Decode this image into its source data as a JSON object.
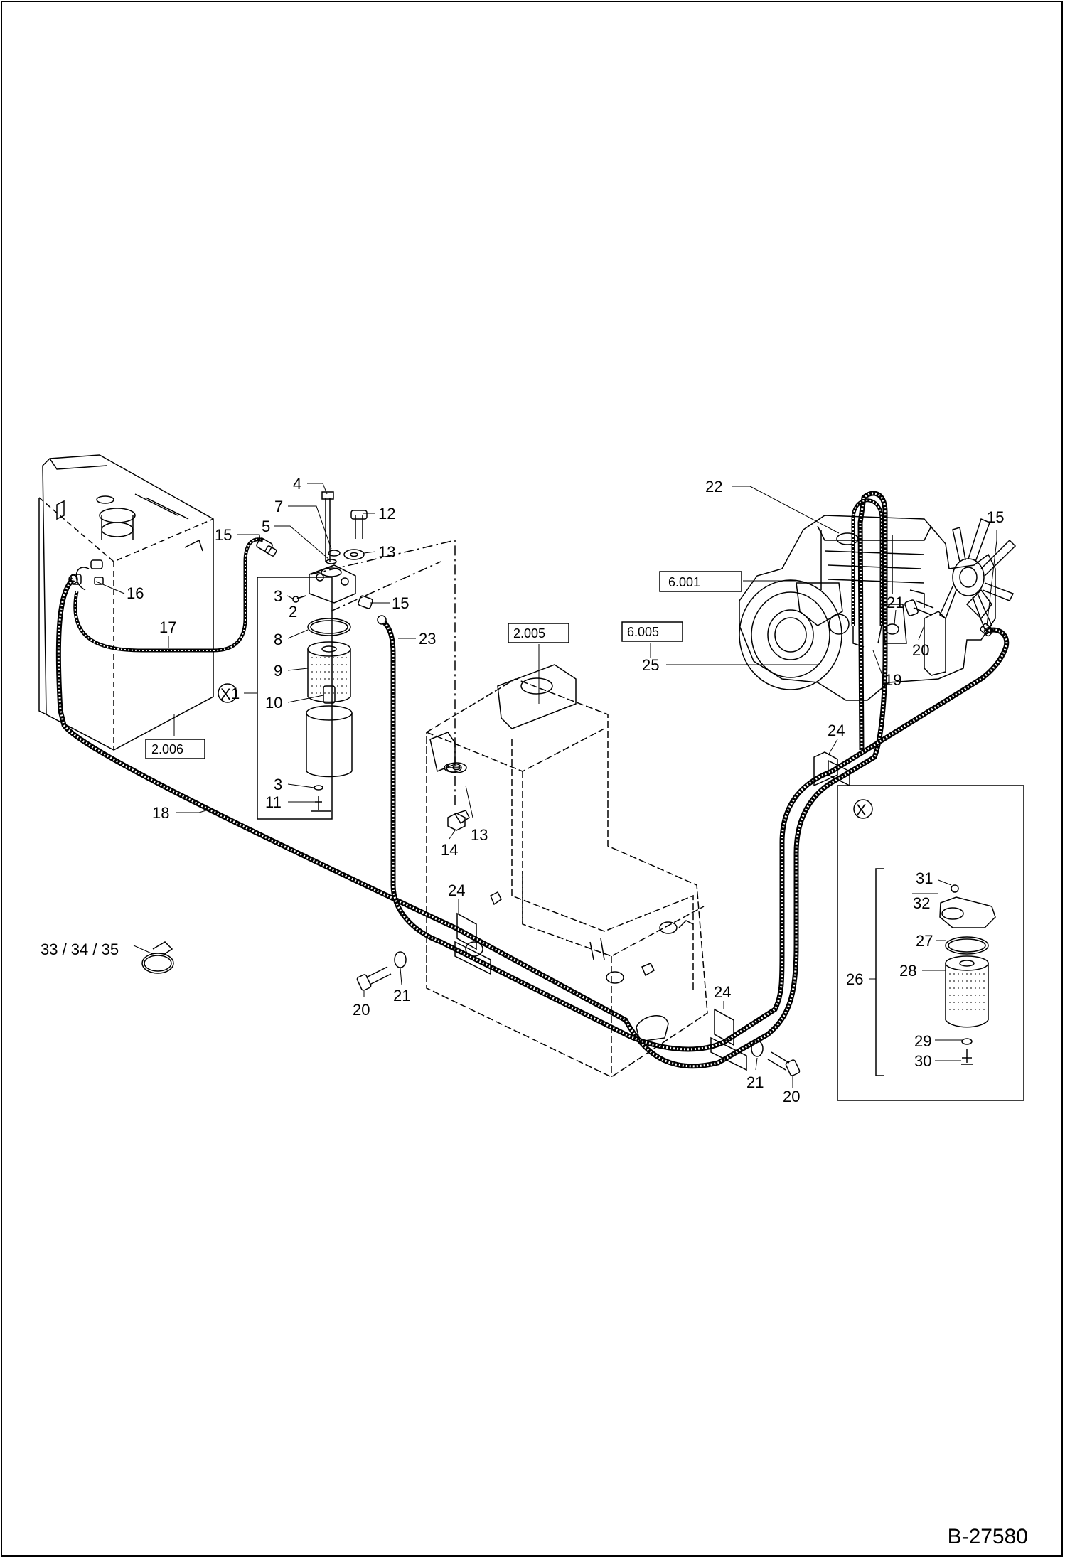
{
  "document_id": "B-27580",
  "detail_marker": "X",
  "references": [
    {
      "id": "ref-2006",
      "text": "2.006"
    },
    {
      "id": "ref-2005",
      "text": "2.005"
    },
    {
      "id": "ref-6001",
      "text": "6.001"
    },
    {
      "id": "ref-6005",
      "text": "6.005"
    }
  ],
  "callouts": [
    {
      "id": "c4",
      "text": "4"
    },
    {
      "id": "c7",
      "text": "7"
    },
    {
      "id": "c5",
      "text": "5"
    },
    {
      "id": "c12",
      "text": "12"
    },
    {
      "id": "c13a",
      "text": "13"
    },
    {
      "id": "c15a",
      "text": "15"
    },
    {
      "id": "c15b",
      "text": "15"
    },
    {
      "id": "c16",
      "text": "16"
    },
    {
      "id": "c17",
      "text": "17"
    },
    {
      "id": "c3a",
      "text": "3"
    },
    {
      "id": "c2",
      "text": "2"
    },
    {
      "id": "c8",
      "text": "8"
    },
    {
      "id": "c9",
      "text": "9"
    },
    {
      "id": "c1",
      "text": "1"
    },
    {
      "id": "c10",
      "text": "10"
    },
    {
      "id": "c3b",
      "text": "3"
    },
    {
      "id": "c11",
      "text": "11"
    },
    {
      "id": "c18",
      "text": "18"
    },
    {
      "id": "c23",
      "text": "23"
    },
    {
      "id": "c13b",
      "text": "13"
    },
    {
      "id": "c14",
      "text": "14"
    },
    {
      "id": "c24a",
      "text": "24"
    },
    {
      "id": "c20a",
      "text": "20"
    },
    {
      "id": "c21a",
      "text": "21"
    },
    {
      "id": "c333435",
      "text": "33 / 34  / 35"
    },
    {
      "id": "c22",
      "text": "22"
    },
    {
      "id": "c15c",
      "text": "15"
    },
    {
      "id": "c21b",
      "text": "21"
    },
    {
      "id": "c20b",
      "text": "20"
    },
    {
      "id": "c25",
      "text": "25"
    },
    {
      "id": "c19",
      "text": "19"
    },
    {
      "id": "c24b",
      "text": "24"
    },
    {
      "id": "c24c",
      "text": "24"
    },
    {
      "id": "c21c",
      "text": "21"
    },
    {
      "id": "c20c",
      "text": "20"
    },
    {
      "id": "c31",
      "text": "31"
    },
    {
      "id": "c32",
      "text": "32"
    },
    {
      "id": "c27",
      "text": "27"
    },
    {
      "id": "c26",
      "text": "26"
    },
    {
      "id": "c28",
      "text": "28"
    },
    {
      "id": "c29",
      "text": "29"
    },
    {
      "id": "c30",
      "text": "30"
    }
  ]
}
